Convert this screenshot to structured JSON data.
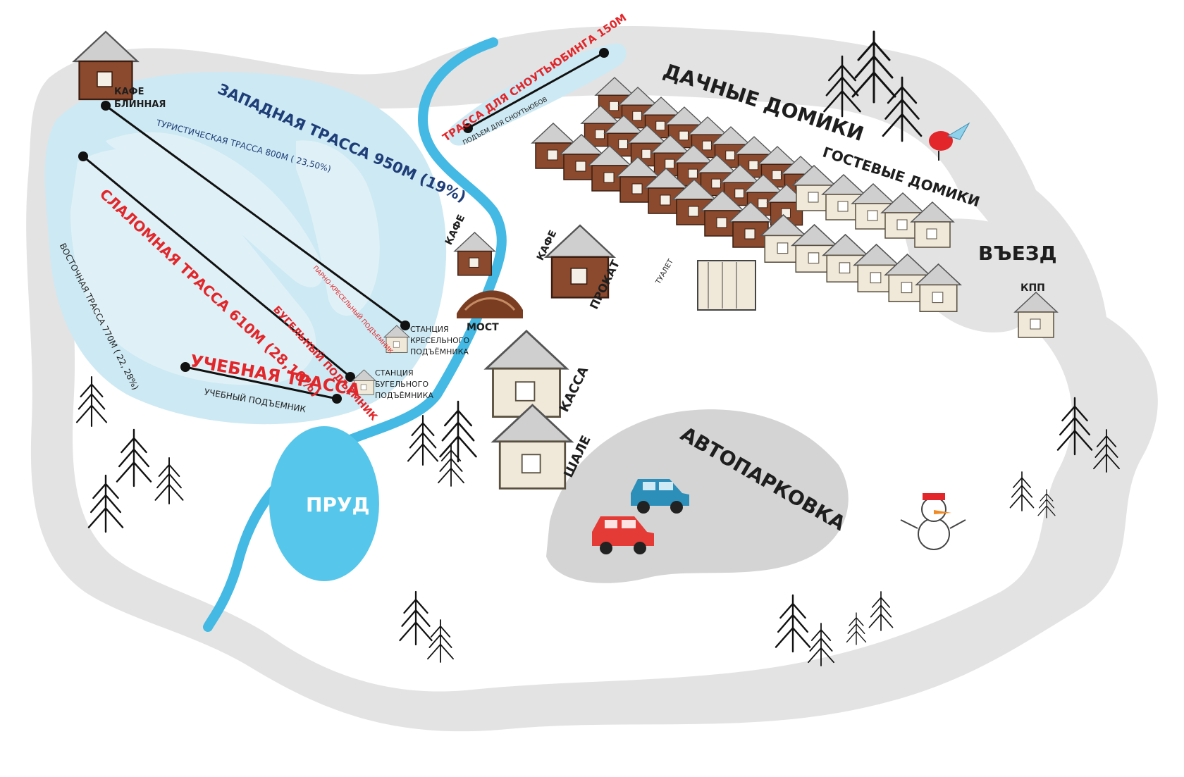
{
  "map": {
    "slopes": {
      "west": "ЗАПАДНАЯ ТРАССА 950М (19%)",
      "tourist": "ТУРИСТИЧЕСКАЯ ТРАССА 800М ( 23,50%)",
      "slalom": "СЛАЛОМНАЯ ТРАССА 610М (28,10%)",
      "east": "ВОСТОЧНАЯ ТРАССА 770М ( 22, 28%)",
      "training": "УЧЕБНАЯ ТРАССА",
      "snowtubing": "ТРАССА ДЛЯ СНОУТЬЮБИНГА 150М"
    },
    "lifts": {
      "chairlift": "ПАРНО-КРЕСЕЛЬНЫЙ ПОДЪЕМНИК",
      "draglift": "БУГЕЛЬНЫЙ ПОДЪЁМНИК",
      "training_lift": "УЧЕБНЫЙ ПОДЪЕМНИК",
      "snowtube_lift": "ПОДЪЕМ ДЛЯ СНОУТЬЮБОВ"
    },
    "stations": {
      "chair_line1": "СТАНЦИЯ",
      "chair_line2": "КРЕСЕЛЬНОГО",
      "chair_line3": "ПОДЪЁМНИКА",
      "drag_line1": "СТАНЦИЯ",
      "drag_line2": "БУГЕЛЬНОГО",
      "drag_line3": "ПОДЪЁМНИКА"
    },
    "places": {
      "cafe_pancake_1": "КАФЕ",
      "cafe_pancake_2": "БЛИННАЯ",
      "cafe_small": "КАФЕ",
      "cafe_rental": "КАФЕ",
      "rental": "ПРОКАТ",
      "bridge": "МОСТ",
      "ticket_office": "КАССА",
      "chalet": "ШАЛЕ",
      "pond": "ПРУД",
      "toilet": "ТУАЛЕТ",
      "dacha_houses": "ДАЧНЫЕ ДОМИКИ",
      "guest_houses": "ГОСТЕВЫЕ ДОМИКИ",
      "entrance": "ВЪЕЗД",
      "checkpoint": "КПП",
      "parking": "АВТОПАРКОВКА"
    },
    "colors": {
      "ground": "#e3e3e3",
      "snow": "#ffffff",
      "slope_area": "#cde9f3",
      "slope_inner": "#dff1f7",
      "river": "#43b9e4",
      "pond": "#56c7ea",
      "parking": "#d4d4d4",
      "cabin_brown": "#8b4a2d",
      "cabin_cream": "#f0e9da",
      "roof": "#cfcfcf",
      "car_blue": "#2c8fba",
      "car_red": "#e43b36",
      "navy_text": "#1f3e78",
      "red_text": "#e2262a"
    }
  }
}
